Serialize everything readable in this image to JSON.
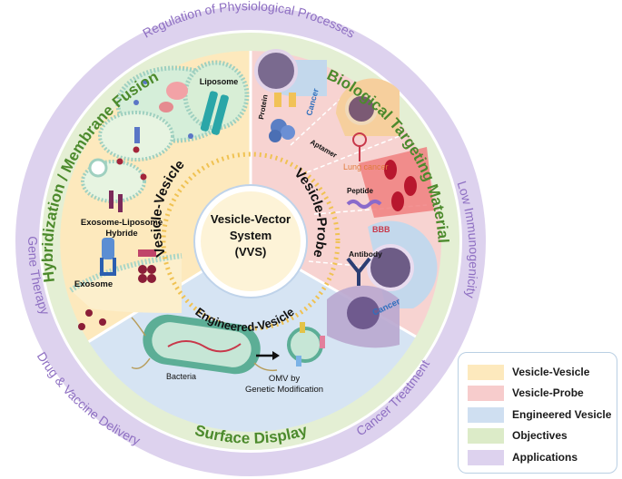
{
  "center": {
    "line1": "Vesicle-Vector",
    "line2": "System",
    "line3": "(VVS)"
  },
  "sectors": {
    "vesicle_vesicle": "Vesicle-Vesicle",
    "vesicle_probe": "Vesicle-Probe",
    "engineered_vesicle": "Engineered-Vesicle"
  },
  "objectives": {
    "hybridization": "Hybridization / Membrane Fusion",
    "biological_targeting": "Biological Targeting Material",
    "surface_display": "Surface Display"
  },
  "applications": {
    "regulation": "Regulation of Physiological Processes",
    "low_immunogenicity": "Low Immunogenicity",
    "cancer_treatment": "Cancer Treatment",
    "drug_vaccine": "Drug & Vaccine Delivery",
    "gene_therapy": "Gene Therapy"
  },
  "labels": {
    "liposome": "Liposome",
    "exosome_liposome_1": "Exosome-Liposome",
    "exosome_liposome_2": "Hybride",
    "exosome": "Exosome",
    "protein": "Protein",
    "cancer_top": "Cancer",
    "aptamer": "Aptamer",
    "lung_cancer": "Lung cancer",
    "peptide": "Peptide",
    "bbb": "BBB",
    "antibody": "Antibody",
    "cancer_bottom": "Cancer",
    "bacteria": "Bacteria",
    "omv_1": "OMV by",
    "omv_2": "Genetic Modification"
  },
  "legend": [
    {
      "label": "Vesicle-Vesicle",
      "color": "#fde9bd"
    },
    {
      "label": "Vesicle-Probe",
      "color": "#f7cccc"
    },
    {
      "label": "Engineered Vesicle",
      "color": "#cfdff1"
    },
    {
      "label": "Objectives",
      "color": "#dcebc8"
    },
    {
      "label": "Applications",
      "color": "#ddd2ee"
    }
  ],
  "colors": {
    "applications_ring": "#ddd2ee",
    "applications_text": "#8e6fc2",
    "objectives_ring": "#e4efd4",
    "objectives_text": "#4c8a2c",
    "vesicle_vesicle": "#fde9bd",
    "vesicle_probe": "#f7d3d1",
    "engineered": "#d6e4f3",
    "lung_cancer_text": "#e07b3c",
    "bbb_text": "#c8384a",
    "cancer_text": "#2f6fbd"
  }
}
